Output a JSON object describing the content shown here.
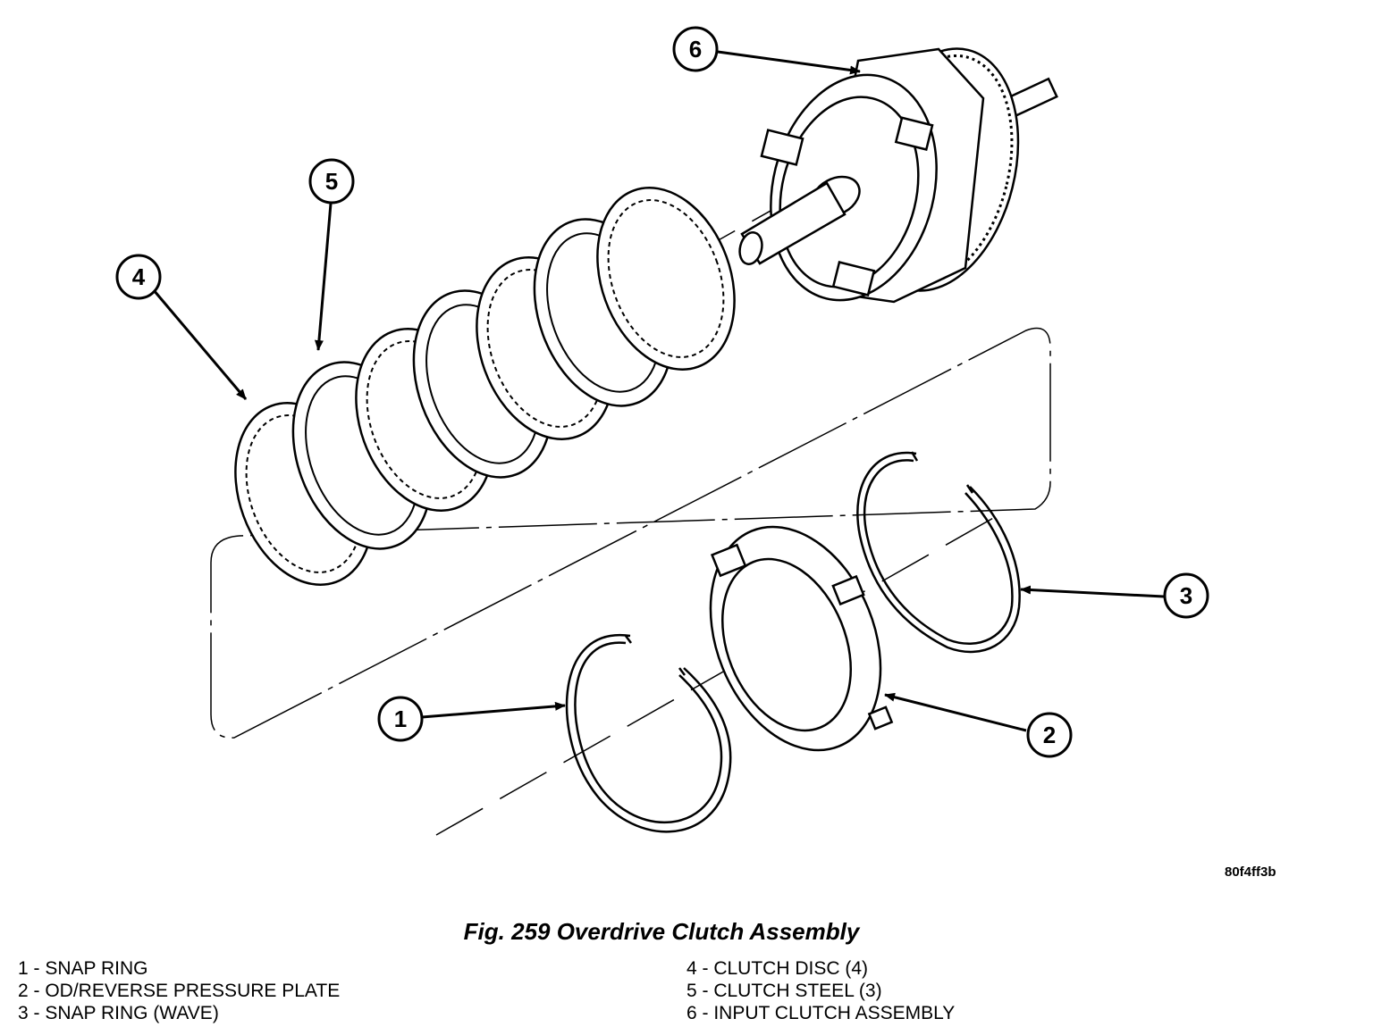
{
  "figure": {
    "title": "Fig. 259 Overdrive Clutch Assembly",
    "reference_code": "80f4ff3b"
  },
  "callouts": [
    {
      "id": "1",
      "number": "1"
    },
    {
      "id": "2",
      "number": "2"
    },
    {
      "id": "3",
      "number": "3"
    },
    {
      "id": "4",
      "number": "4"
    },
    {
      "id": "5",
      "number": "5"
    },
    {
      "id": "6",
      "number": "6"
    }
  ],
  "legend": {
    "left": [
      {
        "text": "1 - SNAP RING"
      },
      {
        "text": "2 - OD/REVERSE PRESSURE PLATE"
      },
      {
        "text": "3 - SNAP RING (WAVE)"
      }
    ],
    "right": [
      {
        "text": "4 - CLUTCH DISC (4)"
      },
      {
        "text": "5 - CLUTCH STEEL (3)"
      },
      {
        "text": "6 - INPUT CLUTCH ASSEMBLY"
      }
    ]
  }
}
